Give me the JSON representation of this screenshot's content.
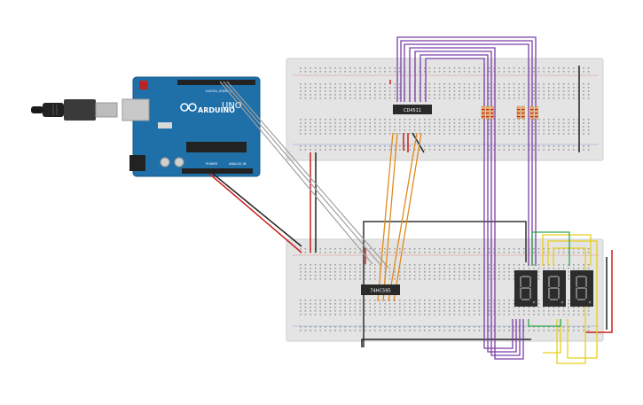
{
  "arduino": {
    "logo_text": "ARDUINO",
    "model": "UNO",
    "digital_label": "DIGITAL (PWM~)",
    "power_label": "POWER",
    "analog_label": "ANALOG IN",
    "board_color": "#1f6fa8"
  },
  "chips": {
    "counter_label": "CD4511",
    "driver_label": "74HC595"
  },
  "colors": {
    "breadboard": "#e6e6e6",
    "wire_red": "#c8201e",
    "wire_black": "#222222",
    "wire_purple": "#7b3fa6",
    "wire_orange": "#e08a1c",
    "wire_yellow": "#e6cf1d",
    "wire_green": "#2fa84f",
    "wire_grey": "#9a9a9a",
    "display_body": "#2c2c2c",
    "display_segment": "#7a7a7a"
  },
  "displays": [
    {
      "id": "digit-1"
    },
    {
      "id": "digit-2"
    },
    {
      "id": "digit-3"
    }
  ]
}
